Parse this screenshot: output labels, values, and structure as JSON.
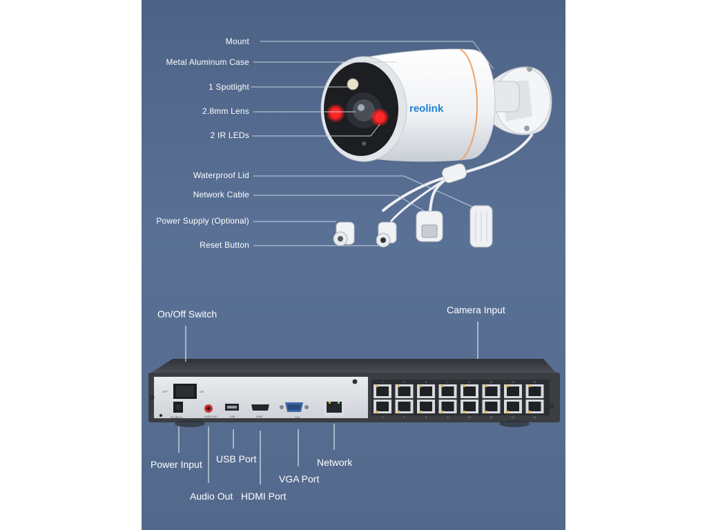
{
  "camera_labels": {
    "mount": "Mount",
    "case": "Metal Aluminum Case",
    "spotlight": "1 Spotlight",
    "lens": "2.8mm Lens",
    "ir_leds": "2 IR LEDs",
    "waterproof_lid": "Waterproof Lid",
    "network_cable": "Network Cable",
    "power_supply": "Power Supply (Optional)",
    "reset_button": "Reset Button"
  },
  "camera_brand": "reolink",
  "nvr_labels": {
    "on_off_switch": "On/Off Switch",
    "camera_input": "Camera Input",
    "power_input": "Power Input",
    "usb_port": "USB Port",
    "network": "Network",
    "vga_port": "VGA Port",
    "audio_out": "Audio Out",
    "hdmi_port": "HDMI Port"
  },
  "nvr_panel_text": {
    "off": "OFF",
    "on": "ON",
    "dc": "DC 48V IN",
    "audio": "AUDIO OUT",
    "usb": "USB",
    "hdmi": "HDMI",
    "vga": "VGA",
    "lan": "LAN"
  },
  "port_numbers_top": [
    "1",
    "3",
    "5",
    "7",
    "9",
    "11",
    "13",
    "15"
  ],
  "port_numbers_bottom": [
    "2",
    "4",
    "6",
    "8",
    "10",
    "12",
    "14",
    "16"
  ],
  "colors": {
    "background": "#53698c",
    "accent_red": "#ff2a2a",
    "case_white": "#f2f3f5",
    "nvr_body": "#3d4044"
  }
}
